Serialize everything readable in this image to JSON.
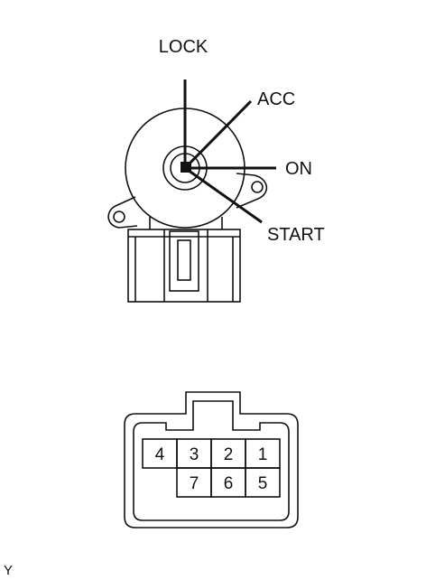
{
  "switch_positions": {
    "lock": "LOCK",
    "acc": "ACC",
    "on": "ON",
    "start": "START"
  },
  "connector": {
    "top_row": [
      "4",
      "3",
      "2",
      "1"
    ],
    "bottom_row": [
      "7",
      "6",
      "5"
    ]
  },
  "footer_code": "Y"
}
